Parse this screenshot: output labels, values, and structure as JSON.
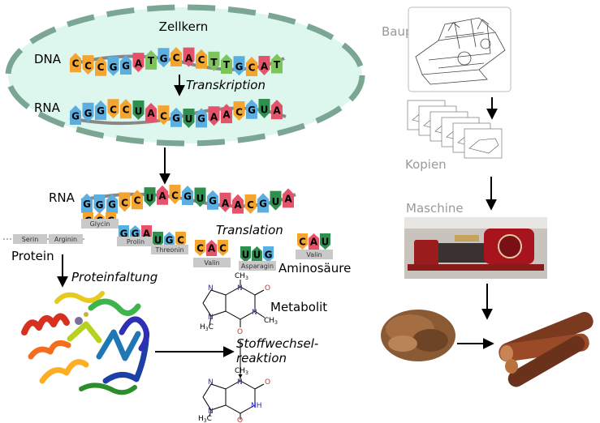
{
  "labels": {
    "nucleus": "Zellkern",
    "dna": "DNA",
    "rna_top": "RNA",
    "transcription": "Transkription",
    "rna_mid": "RNA",
    "translation": "Translation",
    "protein": "Protein",
    "folding": "Proteinfaltung",
    "amino_acid": "Aminosäure",
    "metabolite": "Metabolit",
    "reaction_line1": "Stoffwechsel-",
    "reaction_line2": "reaktion",
    "blueprint": "Bauplan",
    "copies": "Kopien",
    "machine": "Maschine"
  },
  "sequences": {
    "dna": [
      "C",
      "C",
      "C",
      "G",
      "G",
      "A",
      "T",
      "G",
      "C",
      "A",
      "C",
      "T",
      "T",
      "G",
      "C",
      "A",
      "T"
    ],
    "rna_nucleus": [
      "G",
      "G",
      "G",
      "C",
      "C",
      "U",
      "A",
      "C",
      "G",
      "U",
      "G",
      "A",
      "A",
      "C",
      "G",
      "U",
      "A"
    ],
    "rna_ribosome": [
      "G",
      "G",
      "G",
      "C",
      "C",
      "U",
      "A",
      "C",
      "G",
      "U",
      "G",
      "A",
      "A",
      "C",
      "G",
      "U",
      "A"
    ]
  },
  "trna": [
    {
      "anticodon": [
        "C",
        "C",
        "C"
      ],
      "amino_acid": "Glycin"
    },
    {
      "anticodon": [
        "G",
        "G",
        "A"
      ],
      "amino_acid": "Prolin"
    },
    {
      "anticodon": [
        "U",
        "G",
        "C"
      ],
      "amino_acid": "Threonin"
    },
    {
      "anticodon": [
        "C",
        "A",
        "C"
      ],
      "amino_acid": "Valin"
    },
    {
      "anticodon": [
        "U",
        "U",
        "G"
      ],
      "amino_acid": "Asparagin"
    },
    {
      "anticodon": [
        "C",
        "A",
        "U"
      ],
      "amino_acid": "Valin"
    }
  ],
  "chain": [
    "Serin",
    "Arginin"
  ],
  "chem_atoms": {
    "N": "N",
    "O": "O",
    "CH3": "CH",
    "sub3": "3",
    "H3C": "H",
    "sub3b": "3",
    "C": "C",
    "H": "H"
  },
  "base_colors": {
    "A": "#e4536a",
    "C": "#f4a52f",
    "G": "#5aaee0",
    "T": "#7cc45c",
    "U": "#2f8f4e"
  }
}
